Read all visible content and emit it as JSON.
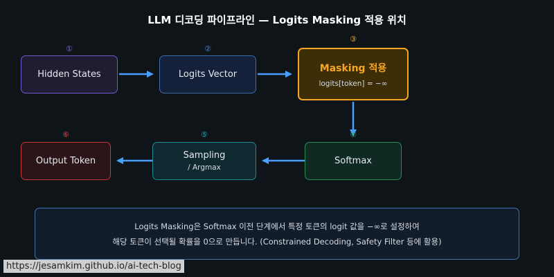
{
  "title": "LLM 디코딩 파이프라인 — Logits Masking 적용 위치",
  "nodes": [
    {
      "num": "①",
      "label": "Hidden States"
    },
    {
      "num": "②",
      "label": "Logits Vector"
    },
    {
      "num": "③",
      "label": "Masking 적용",
      "sub": "logits[token] = −∞"
    },
    {
      "num": "④",
      "label": "Softmax"
    },
    {
      "num": "⑤",
      "label": "Sampling",
      "sub": "/ Argmax"
    },
    {
      "num": "⑥",
      "label": "Output Token"
    }
  ],
  "note": {
    "line1": "Logits Masking은 Softmax 이전 단계에서 특정 토큰의 logit 값을 −∞로 설정하여",
    "line2": "해당 토큰이 선택될 확률을 0으로 만듭니다. (Constrained Decoding, Safety Filter 등에 활용)"
  },
  "source": "https://jesamkim.github.io/ai-tech-blog",
  "colors": {
    "background": "#0f1419",
    "arrow": "#4a9eff",
    "highlight": "#f5a623"
  }
}
